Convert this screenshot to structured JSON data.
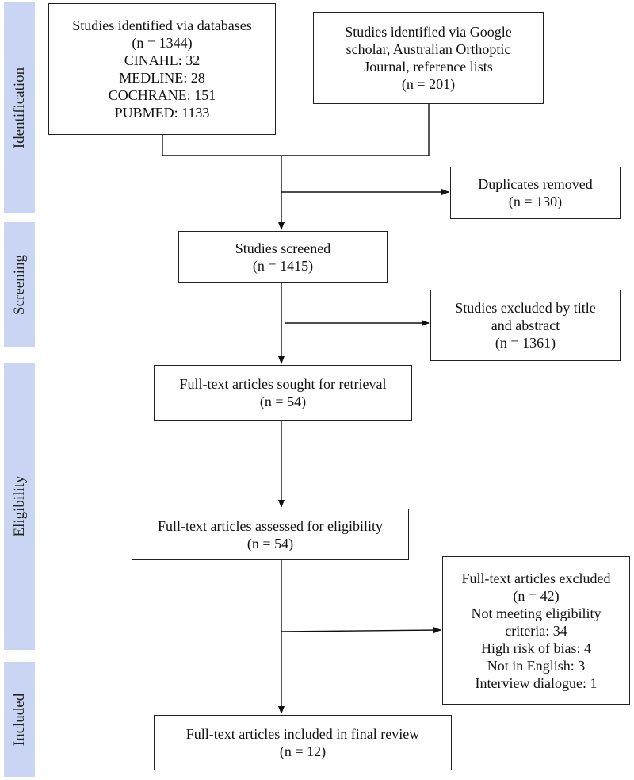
{
  "phases": [
    {
      "id": "identification",
      "label": "Identification"
    },
    {
      "id": "screening",
      "label": "Screening"
    },
    {
      "id": "eligibility",
      "label": "Eligibility"
    },
    {
      "id": "included",
      "label": "Included"
    }
  ],
  "boxes": {
    "databases": {
      "lines": [
        "Studies identified via databases",
        "(n = 1344)",
        "CINAHL: 32",
        "MEDLINE: 28",
        "COCHRANE: 151",
        "PUBMED: 1133"
      ]
    },
    "other_sources": {
      "lines": [
        "Studies identified via Google",
        "scholar, Australian Orthoptic",
        "Journal, reference lists",
        "(n = 201)"
      ]
    },
    "duplicates": {
      "lines": [
        "Duplicates removed",
        "(n = 130)"
      ]
    },
    "screened": {
      "lines": [
        "Studies screened",
        "(n = 1415)"
      ]
    },
    "excluded_title": {
      "lines": [
        "Studies excluded by title",
        "and abstract",
        "(n = 1361)"
      ]
    },
    "sought": {
      "lines": [
        "Full-text articles sought for retrieval",
        "(n = 54)"
      ]
    },
    "assessed": {
      "lines": [
        "Full-text articles assessed for eligibility",
        "(n = 54)"
      ]
    },
    "excluded_fulltext": {
      "lines": [
        "Full-text articles excluded",
        "(n = 42)",
        "Not meeting eligibility",
        "criteria: 34",
        "High risk of bias: 4",
        "Not in English: 3",
        "Interview dialogue: 1"
      ]
    },
    "included": {
      "lines": [
        "Full-text articles included in final review",
        "(n = 12)"
      ]
    }
  }
}
